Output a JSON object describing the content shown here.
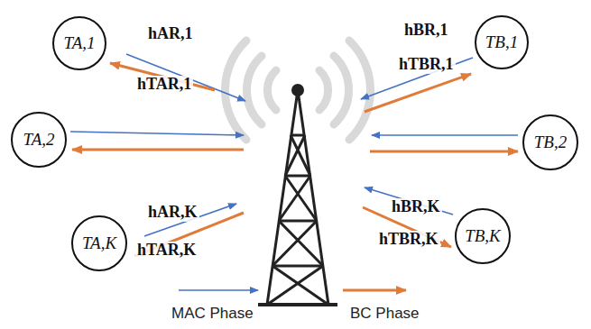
{
  "diagram": {
    "nodes": [
      {
        "text": [
          "TA,1"
        ]
      },
      {
        "text": [
          "TA,2"
        ]
      },
      {
        "text": [
          "TA,K"
        ]
      },
      {
        "text": [
          "TB,1"
        ]
      },
      {
        "text": [
          "TB,2"
        ]
      },
      {
        "text": [
          "TB,K"
        ]
      }
    ],
    "labels": [
      "hAR,1",
      "hTAR,1",
      "hBR,1",
      "hTBR,1",
      "hAR,K",
      "hTAR,K",
      "hBR,K",
      "hTBR,K"
    ],
    "legend": [
      {
        "text": "MAC Phase"
      },
      {
        "text": "BC Phase"
      }
    ]
  }
}
